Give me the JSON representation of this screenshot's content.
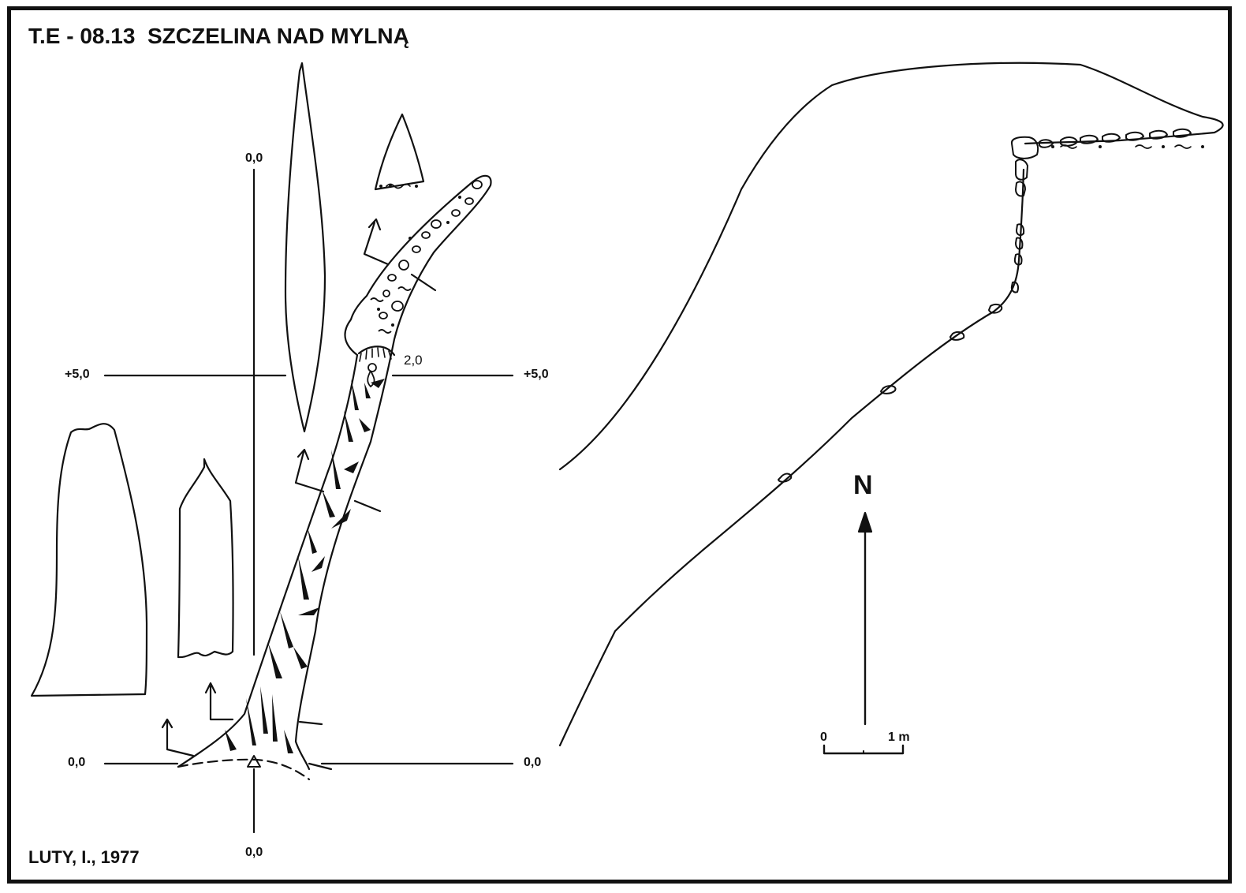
{
  "title": "T.E - 08.13  SZCZELINA NAD MYLNĄ",
  "author": "LUTY, I., 1977",
  "grid_labels": {
    "top": "0,0",
    "bottom": "0,0",
    "left_zero": "0,0",
    "right_zero": "0,0",
    "left_plus5": "+5,0",
    "right_plus5": "+5,0"
  },
  "depth_label": "2,0",
  "north_label": "N",
  "scale": {
    "zero": "0",
    "one": "1 m"
  },
  "colors": {
    "ink": "#111111",
    "paper": "#ffffff"
  }
}
